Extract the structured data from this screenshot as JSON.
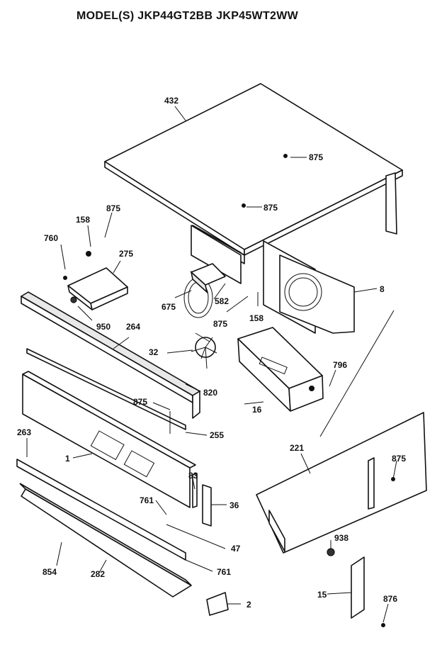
{
  "header": {
    "title": "MODEL(S) JKP44GT2BB  JKP45WT2WW"
  },
  "callouts": {
    "c432": "432",
    "c875a": "875",
    "c875b": "875",
    "c875c": "875",
    "c158a": "158",
    "c760": "760",
    "c275": "275",
    "c675": "675",
    "c582": "582",
    "c875d": "875",
    "c158b": "158",
    "c8": "8",
    "c950": "950",
    "c264": "264",
    "c32": "32",
    "c796": "796",
    "c820": "820",
    "c875e": "875",
    "c16": "16",
    "c263": "263",
    "c255": "255",
    "c221": "221",
    "c875f": "875",
    "c1": "1",
    "c83": "83",
    "c761a": "761",
    "c36": "36",
    "c47": "47",
    "c938": "938",
    "c854": "854",
    "c282": "282",
    "c761b": "761",
    "c15": "15",
    "c876": "876",
    "c2": "2"
  }
}
